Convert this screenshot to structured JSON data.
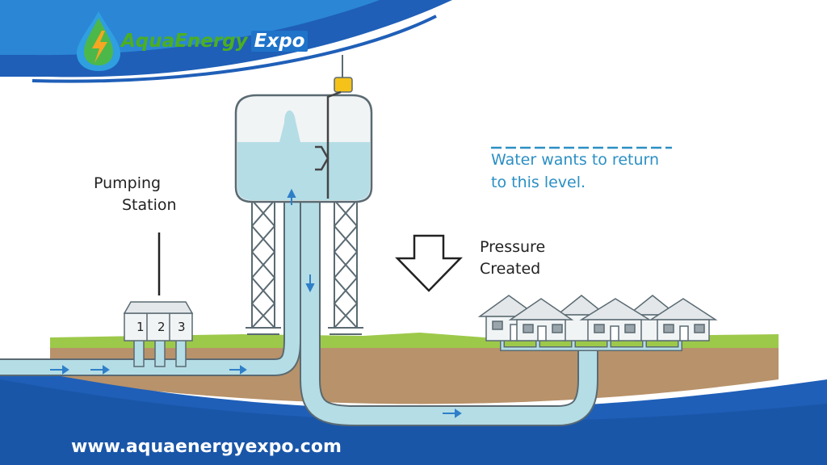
{
  "brand": {
    "name_part1": "AquaEnergy",
    "name_part2": "Expo"
  },
  "footer": {
    "url": "www.aquaenergyexpo.com"
  },
  "labels": {
    "pumping_station": [
      "Pumping",
      "Station"
    ],
    "pressure": [
      "Pressure",
      "Created"
    ],
    "water_level": [
      "Water wants to return",
      "to this level."
    ]
  },
  "pump_units": [
    "1",
    "2",
    "3"
  ],
  "colors": {
    "water": "#b5dde6",
    "ground": "#b8926a",
    "grass": "#9dc94a",
    "brand_blue": "#1f5fb8",
    "text_blue": "#2b8fc4"
  }
}
